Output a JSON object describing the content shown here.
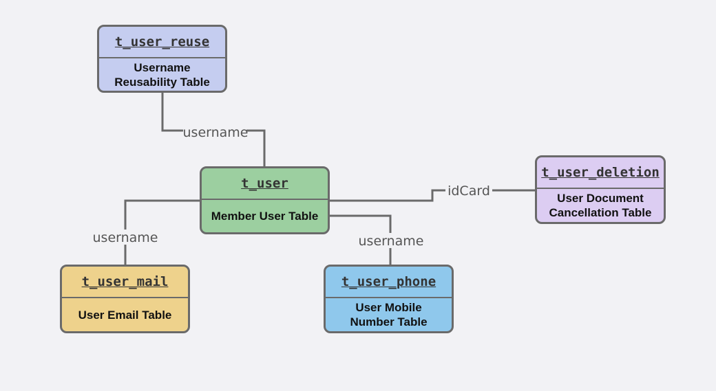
{
  "diagram": {
    "nodes": [
      {
        "id": "t_user_reuse",
        "title": "t_user_reuse",
        "description": "Username\nReusability Table",
        "color": "#c5cdf0"
      },
      {
        "id": "t_user",
        "title": "t_user",
        "description": "Member User Table",
        "color": "#9ccfa0"
      },
      {
        "id": "t_user_deletion",
        "title": "t_user_deletion",
        "description": "User Document\nCancellation Table",
        "color": "#dccdf2"
      },
      {
        "id": "t_user_mail",
        "title": "t_user_mail",
        "description": "User Email Table",
        "color": "#eed28c"
      },
      {
        "id": "t_user_phone",
        "title": "t_user_phone",
        "description": "User Mobile\nNumber Table",
        "color": "#8fc8ec"
      }
    ],
    "edges": [
      {
        "from": "t_user_reuse",
        "to": "t_user",
        "label": "username"
      },
      {
        "from": "t_user",
        "to": "t_user_deletion",
        "label": "idCard"
      },
      {
        "from": "t_user",
        "to": "t_user_mail",
        "label": "username"
      },
      {
        "from": "t_user",
        "to": "t_user_phone",
        "label": "username"
      }
    ]
  }
}
